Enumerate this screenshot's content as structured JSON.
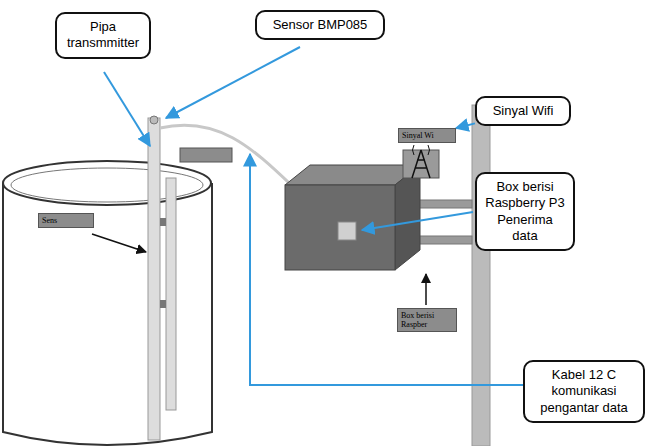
{
  "diagram": {
    "nodes": [
      {
        "text": [
          "Pipa transmmitter"
        ]
      },
      {
        "text": [
          "Sensor BMP085"
        ]
      },
      {
        "text": [
          "Sinyal Wifi"
        ]
      },
      {
        "text": [
          "Box berisi Raspberry P3 Penerima data"
        ]
      },
      {
        "text": [
          "Kabel 12 C komunikasi pengantar data"
        ]
      },
      {
        "text": [
          "Sens"
        ]
      },
      {
        "text": [
          "Sinyal Wi"
        ]
      },
      {
        "text": [
          "Box berisi Raspber"
        ]
      }
    ],
    "edges": [
      {
        "from": 2,
        "to": 6,
        "arrow": "to"
      }
    ]
  }
}
